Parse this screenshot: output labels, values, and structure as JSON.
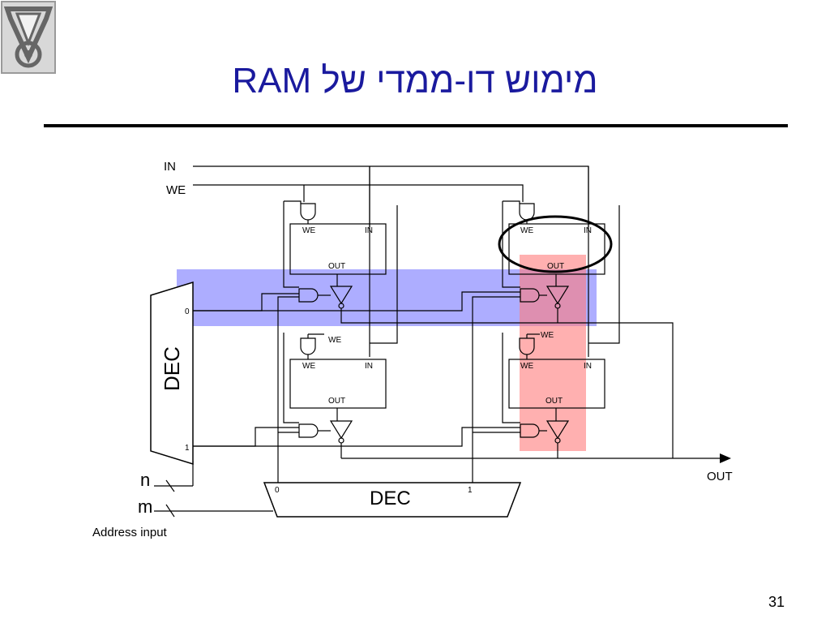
{
  "slide": {
    "title": "מימוש דו-ממדי של RAM",
    "page_number": "31"
  },
  "diagram": {
    "signals": {
      "in": "IN",
      "we": "WE",
      "out": "OUT"
    },
    "decoder_left": {
      "label": "DEC",
      "out0": "0",
      "out1": "1"
    },
    "decoder_bottom": {
      "label": "DEC",
      "out0": "0",
      "out1": "1"
    },
    "address": {
      "n": "n",
      "m": "m",
      "caption": "Address input"
    },
    "cell": {
      "we": "WE",
      "in": "IN",
      "out": "OUT"
    },
    "highlight_colors": {
      "row": "#8a8aff",
      "column": "#ff7b7b",
      "circle": "#000000"
    }
  }
}
